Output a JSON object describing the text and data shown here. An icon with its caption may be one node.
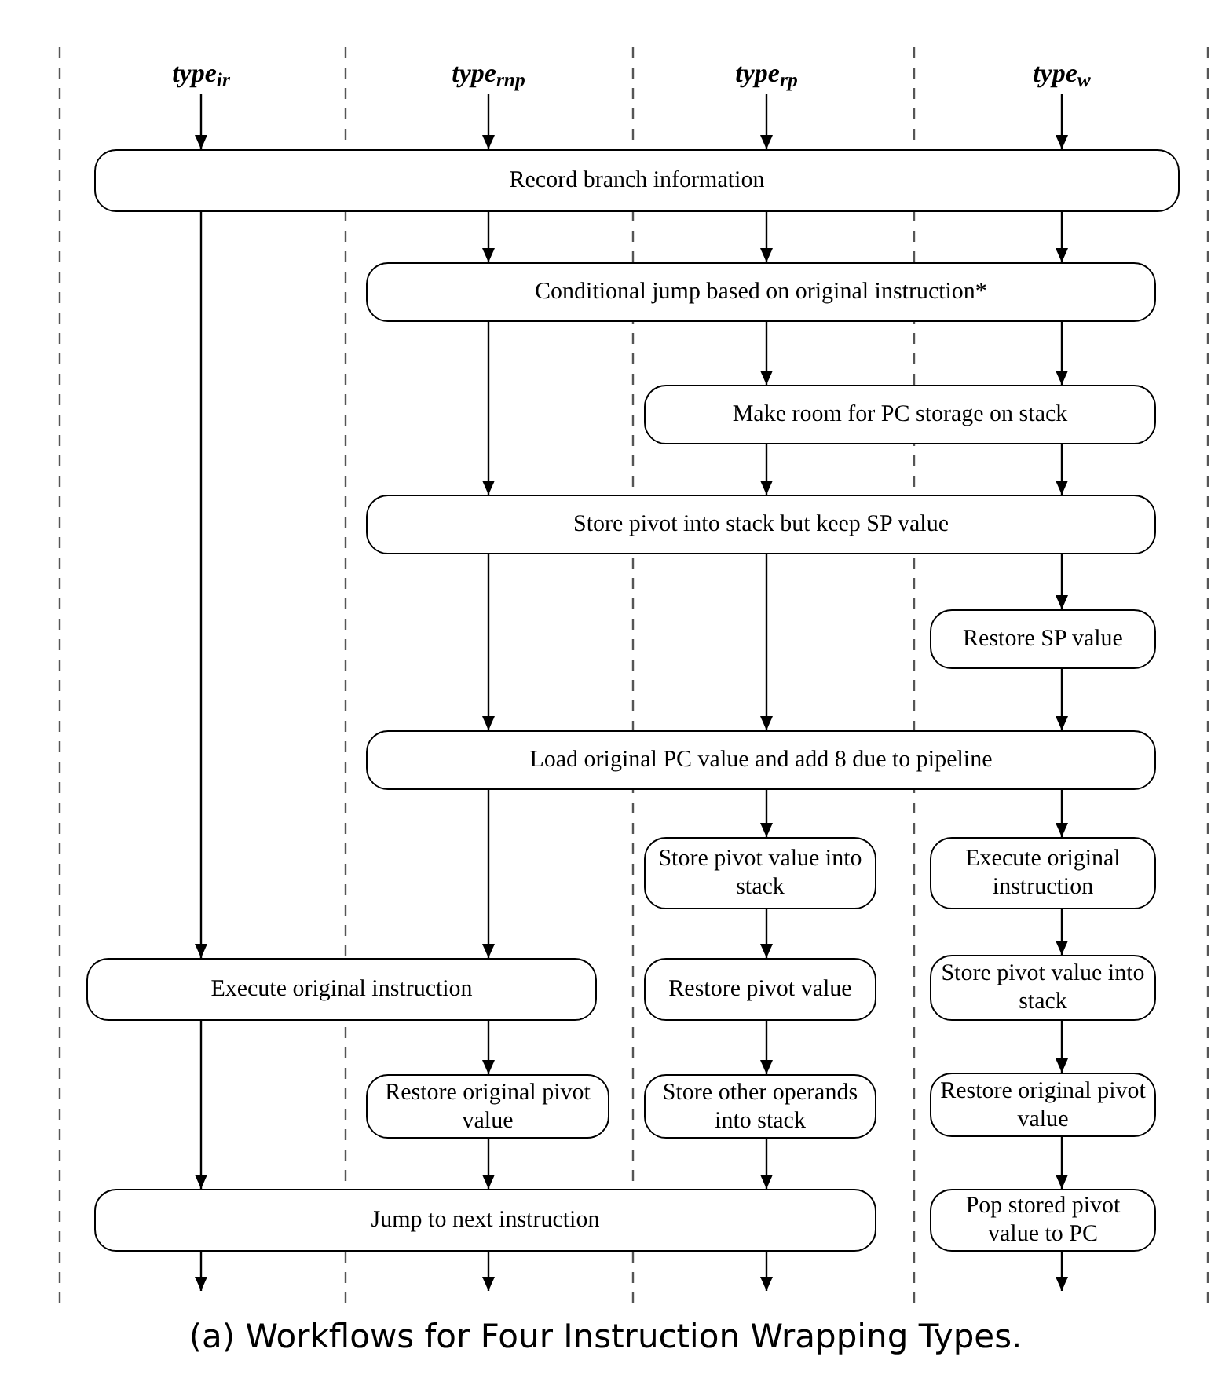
{
  "diagram": {
    "caption": "(a) Workflows for Four Instruction Wrapping Types.",
    "nodes": [
      {
        "text": [
          "type$_{ir}$"
        ]
      },
      {
        "text": [
          "type$_{rnp}$"
        ]
      },
      {
        "text": [
          "type$_{rp}$"
        ]
      },
      {
        "text": [
          "type$_{w}$"
        ]
      },
      {
        "text": [
          "Record branch information"
        ]
      },
      {
        "text": [
          "Conditional jump based on original instruction*"
        ]
      },
      {
        "text": [
          "Make room for PC storage on stack"
        ]
      },
      {
        "text": [
          "Store pivot into stack but keep SP value"
        ]
      },
      {
        "text": [
          "Restore SP value"
        ]
      },
      {
        "text": [
          "Load original PC value and add 8 due to pipeline"
        ]
      },
      {
        "text": [
          "Store pivot value into stack"
        ]
      },
      {
        "text": [
          "Execute original instruction"
        ]
      },
      {
        "text": [
          "Execute original instruction"
        ]
      },
      {
        "text": [
          "Restore pivot value"
        ]
      },
      {
        "text": [
          "Store pivot value into stack"
        ]
      },
      {
        "text": [
          "Restore original pivot value"
        ]
      },
      {
        "text": [
          "Store other operands into stack"
        ]
      },
      {
        "text": [
          "Restore original pivot value"
        ]
      },
      {
        "text": [
          "Jump to next instruction"
        ]
      },
      {
        "text": [
          "Pop stored pivot value to PC"
        ]
      }
    ],
    "edges": [
      {
        "from": 0,
        "to": 4,
        "arrow": "to"
      },
      {
        "from": 1,
        "to": 4,
        "arrow": "to"
      },
      {
        "from": 2,
        "to": 4,
        "arrow": "to"
      },
      {
        "from": 3,
        "to": 4,
        "arrow": "to"
      },
      {
        "from": 4,
        "to": 12,
        "arrow": "to"
      },
      {
        "from": 4,
        "to": 5,
        "arrow": "to"
      },
      {
        "from": 4,
        "to": 5,
        "arrow": "to"
      },
      {
        "from": 4,
        "to": 5,
        "arrow": "to"
      },
      {
        "from": 5,
        "to": 7,
        "arrow": "to"
      },
      {
        "from": 5,
        "to": 6,
        "arrow": "to"
      },
      {
        "from": 5,
        "to": 6,
        "arrow": "to"
      },
      {
        "from": 6,
        "to": 7,
        "arrow": "to"
      },
      {
        "from": 6,
        "to": 7,
        "arrow": "to"
      },
      {
        "from": 7,
        "to": 9,
        "arrow": "to"
      },
      {
        "from": 7,
        "to": 9,
        "arrow": "to"
      },
      {
        "from": 7,
        "to": 8,
        "arrow": "to"
      },
      {
        "from": 8,
        "to": 9,
        "arrow": "to"
      },
      {
        "from": 9,
        "to": 12,
        "arrow": "to"
      },
      {
        "from": 9,
        "to": 10,
        "arrow": "to"
      },
      {
        "from": 9,
        "to": 11,
        "arrow": "to"
      },
      {
        "from": 10,
        "to": 13,
        "arrow": "to"
      },
      {
        "from": 11,
        "to": 14,
        "arrow": "to"
      },
      {
        "from": 12,
        "to": 18,
        "arrow": "to"
      },
      {
        "from": 12,
        "to": 15,
        "arrow": "to"
      },
      {
        "from": 13,
        "to": 16,
        "arrow": "to"
      },
      {
        "from": 14,
        "to": 17,
        "arrow": "to"
      },
      {
        "from": 15,
        "to": 18,
        "arrow": "to"
      },
      {
        "from": 16,
        "to": 18,
        "arrow": "to"
      },
      {
        "from": 17,
        "to": 19,
        "arrow": "to"
      },
      {
        "from": 18,
        "to": null,
        "arrow": "to"
      },
      {
        "from": 18,
        "to": null,
        "arrow": "to"
      },
      {
        "from": 18,
        "to": null,
        "arrow": "to"
      },
      {
        "from": 19,
        "to": null,
        "arrow": "to"
      }
    ]
  }
}
